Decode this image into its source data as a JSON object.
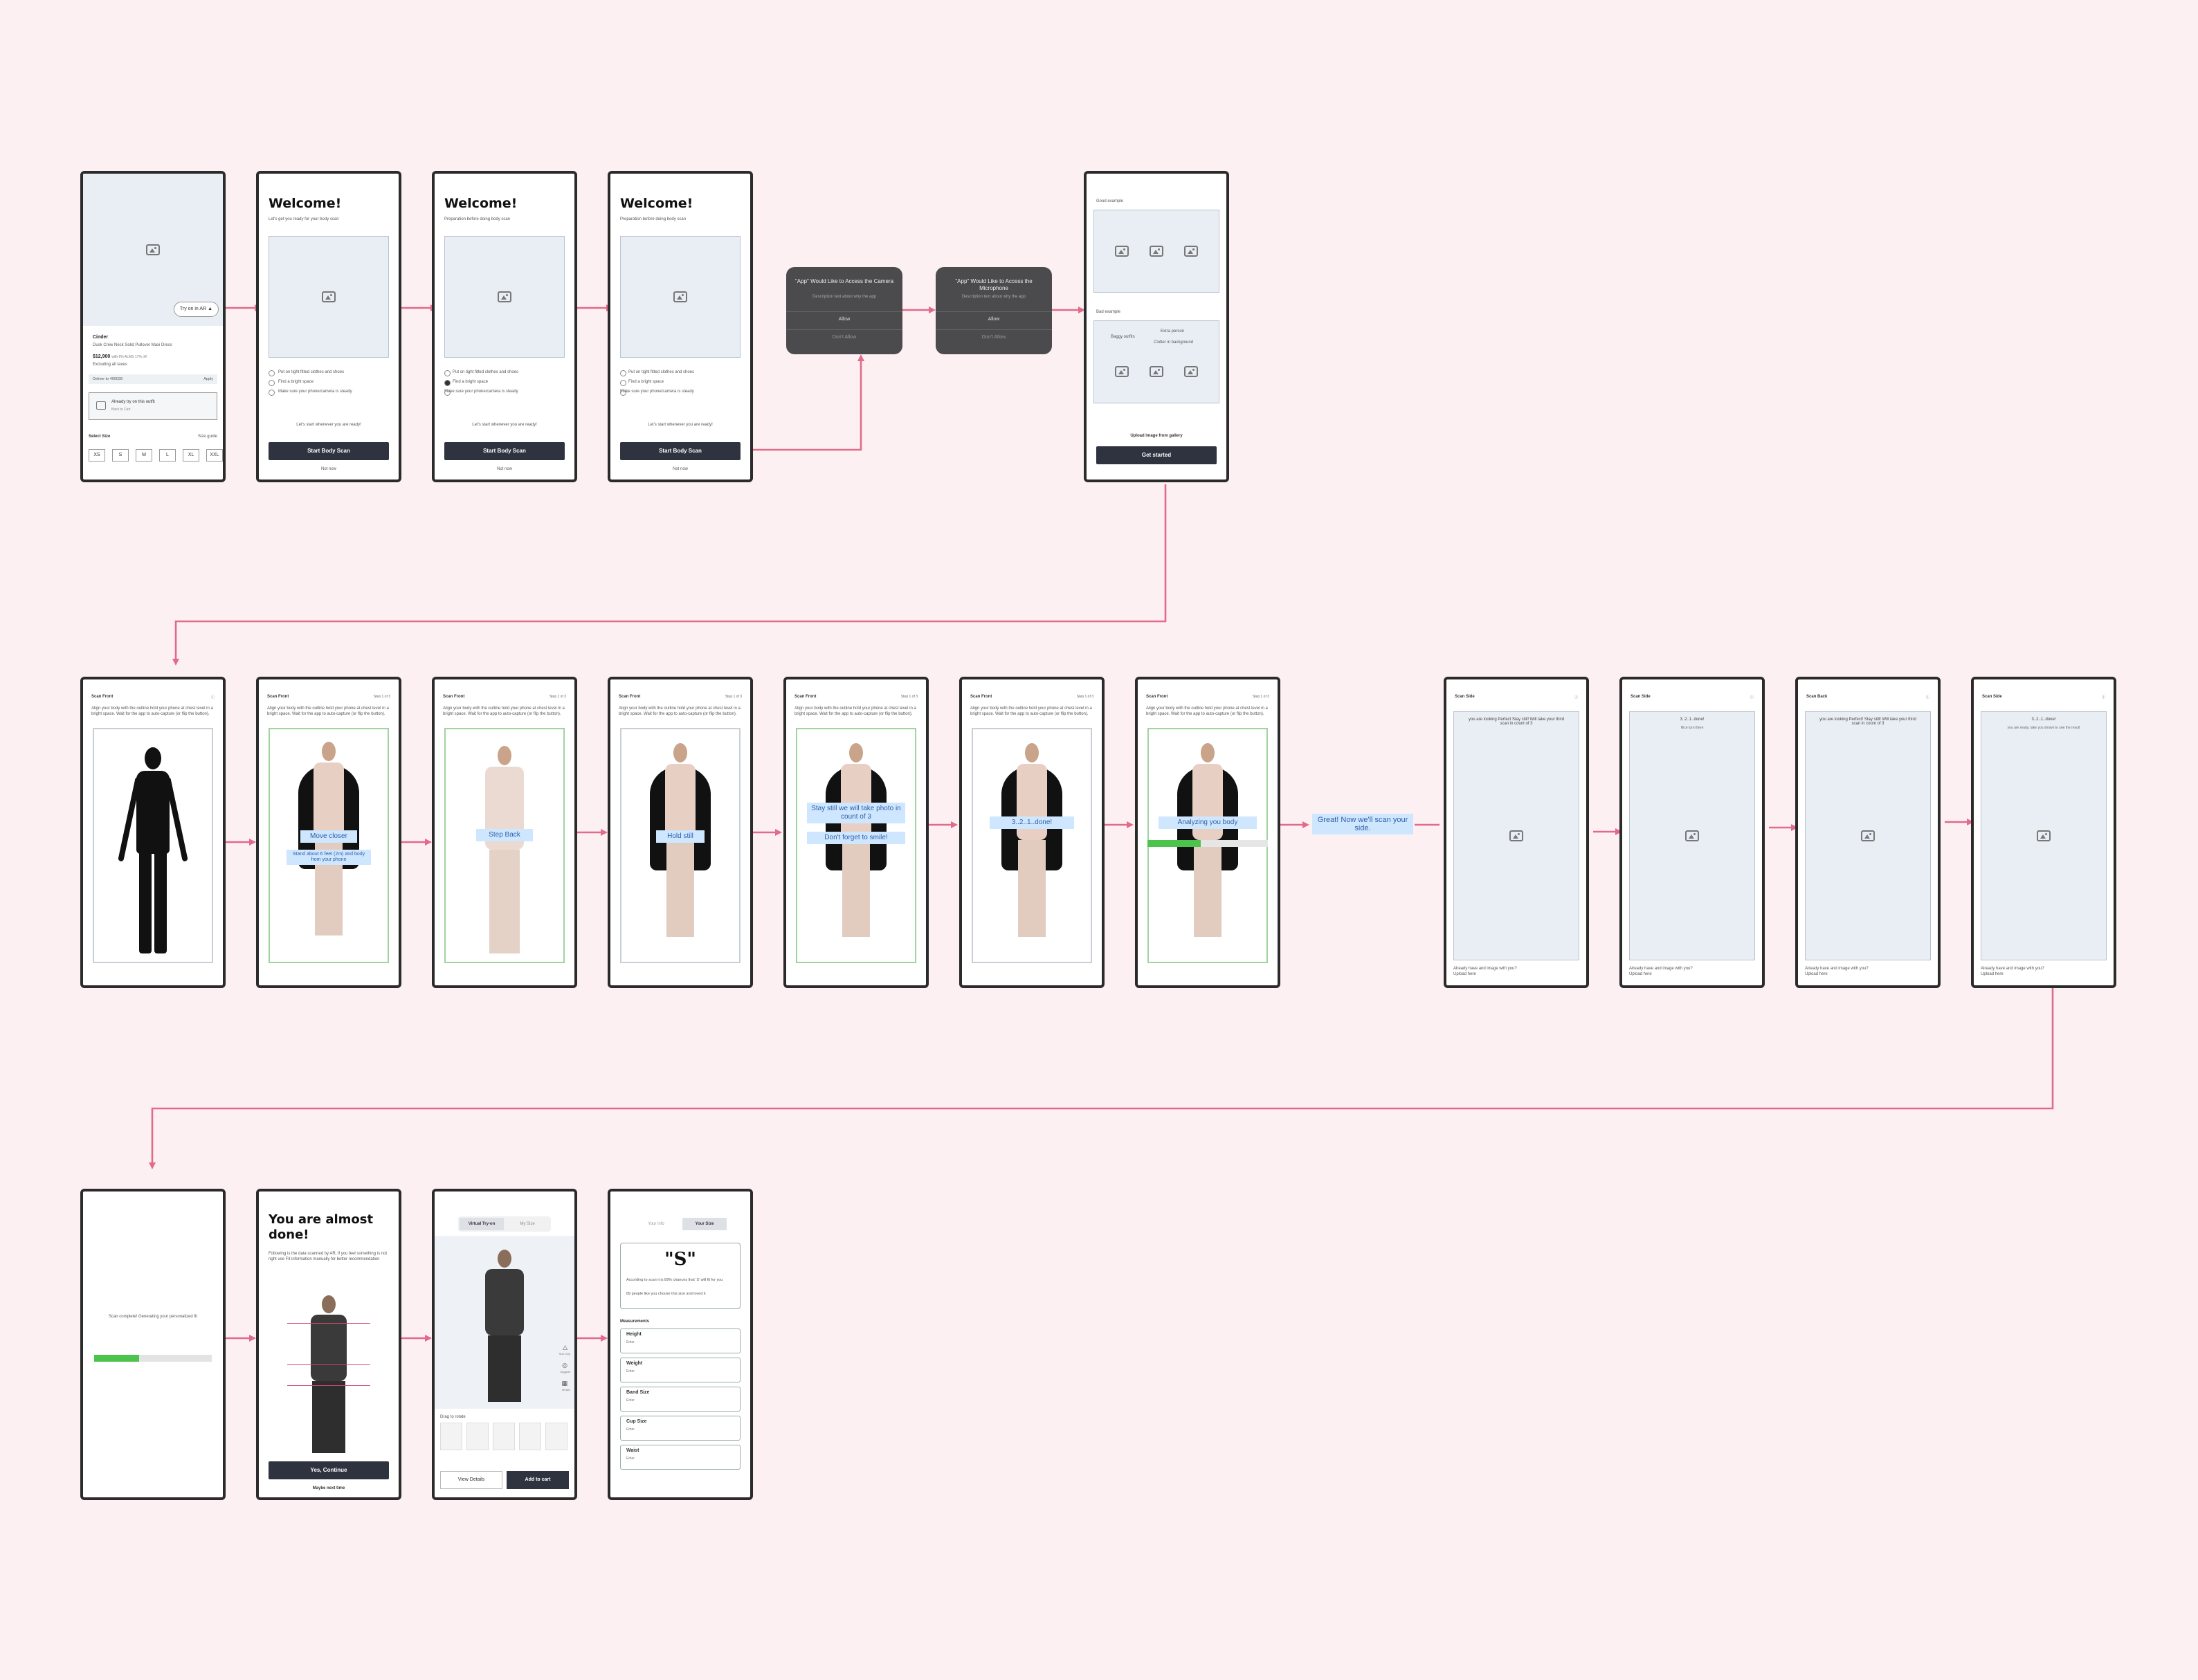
{
  "screens": {
    "product": {
      "tryon_label": "Try on in AR",
      "brand": "Cinder",
      "product_name": "Dusk Crew Neck Solid Pullover Maxi Dress",
      "price": "$12,900",
      "price_note": "with 6% ALMS 17% off",
      "tax_note": "Excluding all taxes",
      "delivery_label": "Deliver to 400028",
      "delivery_action": "Apply",
      "already_title": "Already try on this outfit",
      "already_sub": "Back to Cart",
      "select_size": "Select Size",
      "size_guide": "Size guide",
      "sizes": [
        "XS",
        "S",
        "M",
        "L",
        "XL",
        "XXL"
      ]
    },
    "welcome1": {
      "title": "Welcome!",
      "subtitle": "Let's get you ready for your body scan",
      "bullets": [
        "Put on tight fitted clothes and shoes",
        "Find a bright space",
        "Make sure your phone/camera is steady"
      ],
      "ready": "Let's start whenever you are ready!",
      "cta": "Start Body Scan",
      "later": "Not now"
    },
    "welcome2": {
      "title": "Welcome!",
      "subtitle": "Preparation before doing body scan",
      "bullets": [
        "Put on tight fitted clothes and shoes",
        "Find a bright space",
        "Make sure your phone/camera is steady"
      ],
      "ready": "Let's start whenever you are ready!",
      "cta": "Start Body Scan",
      "later": "Not now"
    },
    "welcome3": {
      "title": "Welcome!",
      "subtitle": "Preparation before doing body scan",
      "bullets": [
        "Put on tight fitted clothes and shoes",
        "Find a bright space",
        "Make sure your phone/camera is steady"
      ],
      "ready": "Let's start whenever you are ready!",
      "cta": "Start Body Scan",
      "later": "Not now"
    },
    "camera_dialog": {
      "title": "\"App\" Would Like to Access the Camera",
      "desc": "Description text about why the app",
      "allow": "Allow",
      "deny": "Don't Allow"
    },
    "mic_dialog": {
      "title": "\"App\" Would Like to Access the Microphone",
      "desc": "Description text about why the app",
      "allow": "Allow",
      "deny": "Don't Allow"
    },
    "examples": {
      "good": "Good example",
      "bad": "Bad example",
      "bad1": "Baggy outfits",
      "bad2": "Extra person",
      "bad3": "Clutter in background",
      "upload": "Upload image from gallery",
      "cta": "Get started"
    },
    "scan": {
      "title": "Scan Front",
      "step": "Step 1 of 3",
      "instruction": "Align your body with the outline hold your phone at chest level in a bright space. Wait for the app to auto-capture (or flip the button).",
      "move_closer": "Move closer",
      "move_hint": "Stand about 6 feet (2m) and body from your phone",
      "step_back": "Step Back",
      "hold_still": "Hold still",
      "stay_still": "Stay still we will take photo in count of 3",
      "smile": "Don't forget to smile!",
      "countdown": "3..2..1..done!",
      "analyzing": "Analyzing you body"
    },
    "callout": "Great! Now we'll scan your side.",
    "side": {
      "title_side": "Scan Side",
      "title_back": "Scan Back",
      "msg1": "you are looking Perfect Stay still! Will take your third scan in count of 3",
      "msg2": "3..2..1..done!",
      "msg2b": "Nice turn there",
      "msg3": "you are looking Perfect! Stay still! Will take your third scan in count of 3",
      "msg4": "3..2..1..done!",
      "msg4b": "you are ready, take you shown to see the result",
      "footer": "Already have and image with you? Upload here"
    },
    "processing": {
      "text": "Scan complete! Generating your personalized fit",
      "progress": 0.38
    },
    "almost": {
      "title": "You are almost done!",
      "desc": "Following is the data scanned by AR, if you feel something is not right use Fit information manually for better recommendation",
      "cta": "Yes, Continue",
      "later": "Maybe next time"
    },
    "tryon": {
      "tab1": "Virtual Try-on",
      "tab2": "My Size",
      "drag": "Drag to rotate",
      "details": "View Details",
      "cart": "Add to cart",
      "side1": "Size chip",
      "side2": "Suggest",
      "side3": "Similar"
    },
    "size": {
      "tab1": "Your info",
      "tab2": "Your Size",
      "size": "\"S\"",
      "desc": "According to scan it is 89% chances that 'S' will fit for you",
      "note": "89 people like you choose this size and loved it",
      "measurements_label": "Measurements",
      "rows": [
        "Height",
        "Weight",
        "Band Size",
        "Cup Size",
        "Waist"
      ],
      "sub": "Enter"
    }
  }
}
